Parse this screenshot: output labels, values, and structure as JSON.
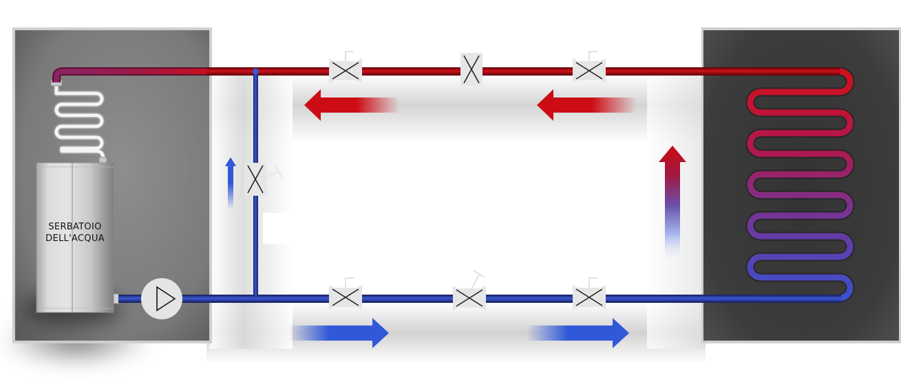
{
  "diagram": {
    "title": "Heat pump hydraulic circuit with water tank",
    "tank": {
      "label_line1": "SERBATOIO",
      "label_line2": "DELL'ACQUA"
    },
    "components": {
      "left_unit": "indoor-unit",
      "right_unit": "outdoor-unit",
      "pump": "circulation-pump",
      "coil_tank": "tank-heat-exchanger-coil",
      "coil_outdoor": "outdoor-heat-exchanger-coil",
      "valves_top": [
        "shutoff-valve",
        "check-valve",
        "shutoff-valve"
      ],
      "valves_bottom": [
        "shutoff-valve",
        "regulating-valve",
        "shutoff-valve"
      ],
      "valve_bypass": "bypass-valve"
    },
    "flow": {
      "supply_direction": "right-to-left",
      "return_direction": "left-to-right",
      "bypass_direction": "up",
      "outdoor_direction": "up"
    },
    "colors": {
      "hot": "#c8101a",
      "cold": "#3050c8",
      "mixed": "#8a2a6a",
      "unit_left": "#7a7a7a",
      "unit_right": "#3e3e3e",
      "valve_body": "#e6e6e6"
    }
  }
}
